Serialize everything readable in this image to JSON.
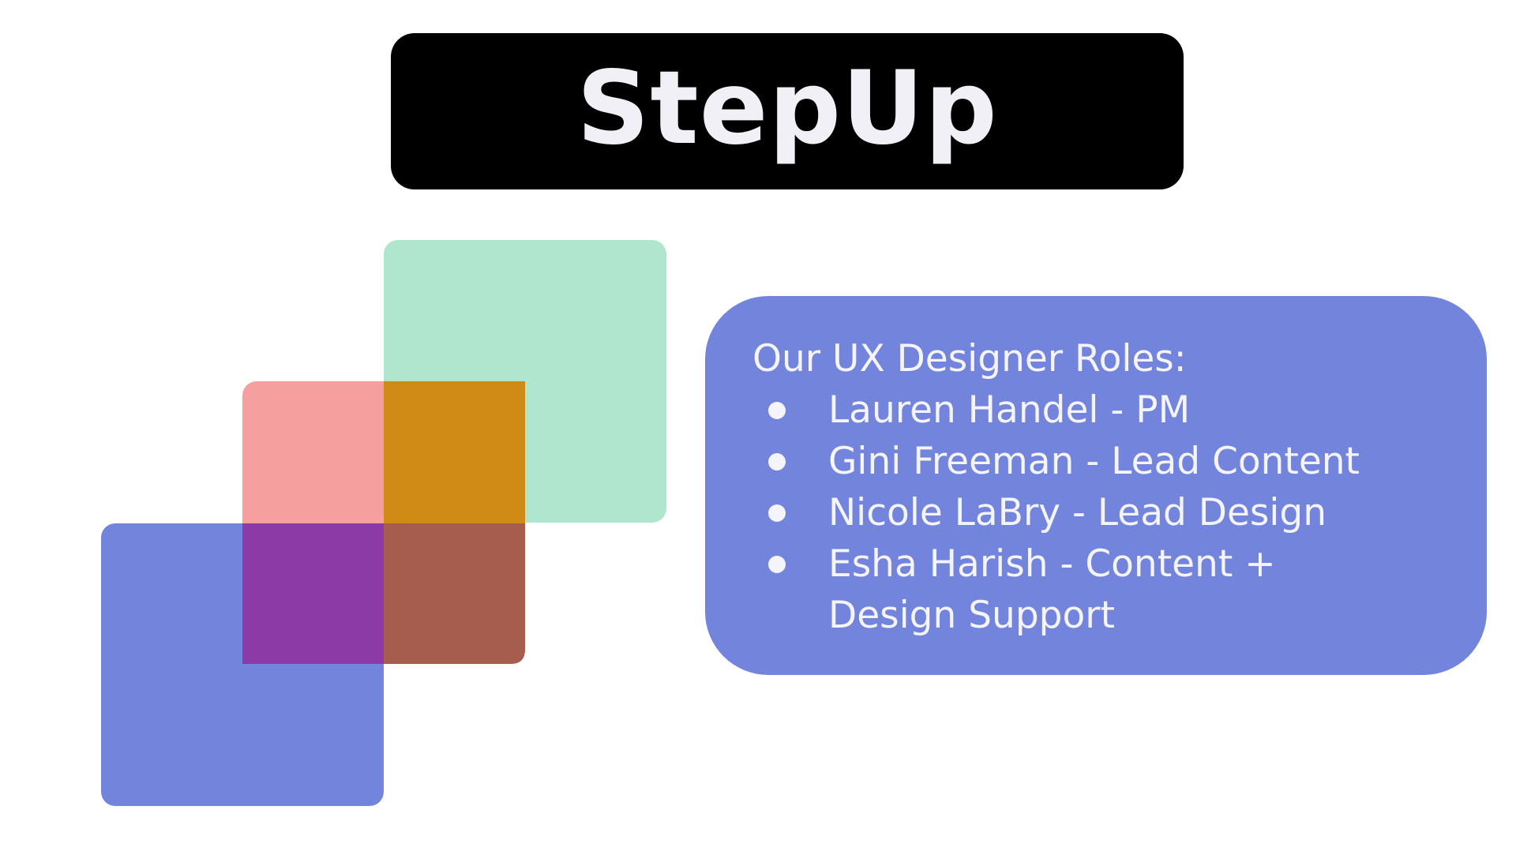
{
  "title": "StepUp",
  "roles": {
    "heading": "Our UX Designer Roles:",
    "items": [
      {
        "lines": [
          "Lauren Handel - PM"
        ]
      },
      {
        "lines": [
          "Gini Freeman - Lead Content"
        ]
      },
      {
        "lines": [
          "Nicole LaBry - Lead Design"
        ]
      },
      {
        "lines": [
          "Esha Harish - Content +",
          "Design Support"
        ]
      }
    ]
  },
  "colors": {
    "title_background": "#000000",
    "title_text": "#f2f0f7",
    "card_background": "#7384dc",
    "card_text": "#f4f4fa",
    "logo_green": "#b0e6cd",
    "logo_pink": "#f5a09f",
    "logo_blue": "#7384dc",
    "logo_orange_overlap": "#d08a16",
    "logo_purple_overlap": "#8c3ba6",
    "logo_brown_overlap": "#a75d4d"
  },
  "logo": {
    "icon": "overlapping-squares-logo-icon"
  }
}
